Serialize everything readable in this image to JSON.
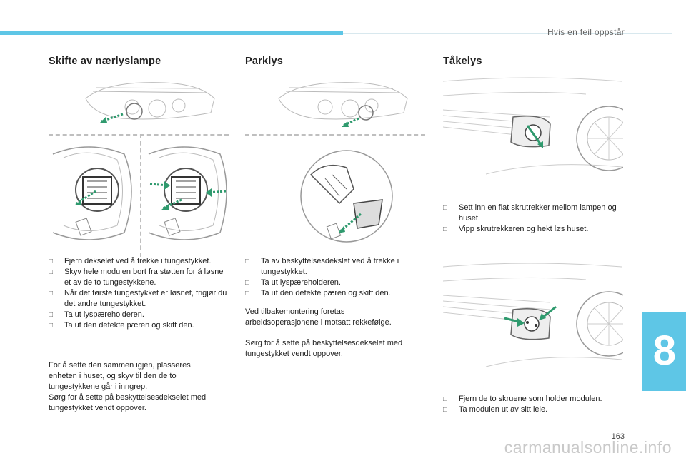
{
  "header": {
    "title": "Hvis en feil oppstår"
  },
  "sections": {
    "low_beam": {
      "title": "Skifte av nærlyslampe",
      "steps": [
        "Fjern dekselet ved å trekke i tungestykket.",
        "Skyv hele modulen bort fra støtten for å løsne et av de to tungestykkene.",
        "Når det første tungestykket er løsnet, frigjør du det andre tungestykket.",
        "Ta ut lyspæreholderen.",
        "Ta ut den defekte pæren og skift den."
      ],
      "note1": "For å sette den sammen igjen, plasseres enheten i huset, og skyv til den de to tungestykkene går i inngrep.",
      "note2": "Sørg for å sette på beskyttelsesdekselet med tungestykket vendt oppover."
    },
    "parking": {
      "title": "Parklys",
      "steps": [
        "Ta av beskyttelsesdekslet ved å trekke i tungestykket.",
        "Ta ut lyspæreholderen.",
        "Ta ut den defekte pæren og skift den."
      ],
      "note1": "Ved tilbakemontering foretas arbeidsoperasjonene i motsatt rekkefølge.",
      "note2": "Sørg for å sette på beskyttelsesdekselet med tungestykket vendt oppover."
    },
    "fog": {
      "title": "Tåkelys",
      "steps_a": [
        "Sett inn en flat skrutrekker mellom lampen og huset.",
        "Vipp skrutrekkeren og hekt løs huset."
      ],
      "steps_b": [
        "Fjern de to skruene som holder modulen.",
        "Ta modulen ut av sitt leie."
      ]
    }
  },
  "chapter": "8",
  "page_number": "163",
  "watermark": "carmanualsonline.info",
  "colors": {
    "accent": "#5ec6e6",
    "arrow": "#2f9a6e"
  }
}
